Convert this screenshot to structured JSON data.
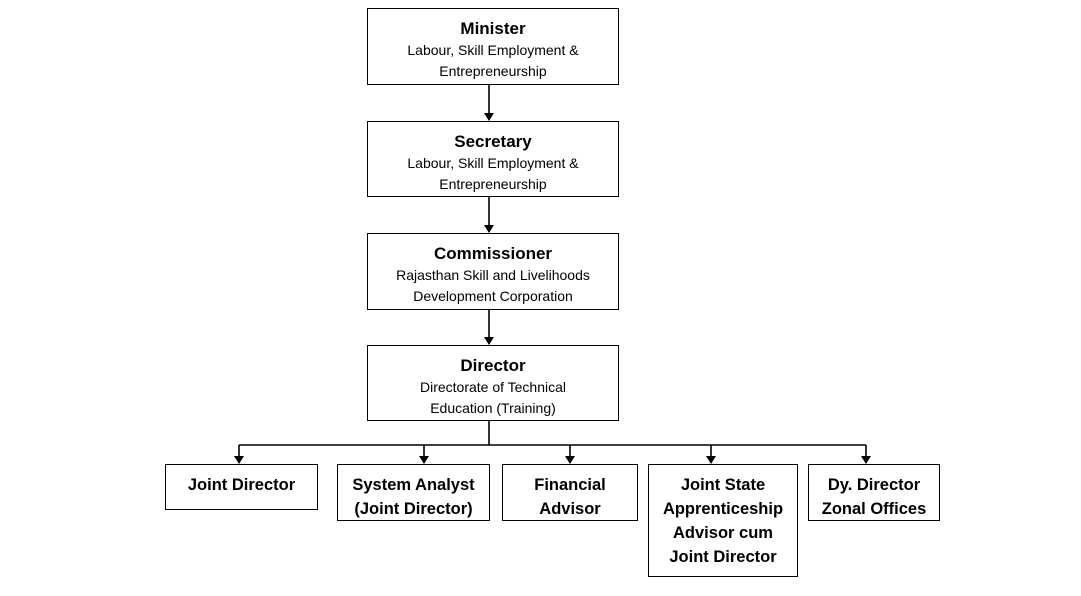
{
  "chain": [
    {
      "title": "Minister",
      "lines": [
        "Labour, Skill Employment &",
        "Entrepreneurship"
      ]
    },
    {
      "title": "Secretary",
      "lines": [
        "Labour, Skill Employment &",
        "Entrepreneurship"
      ]
    },
    {
      "title": "Commissioner",
      "lines": [
        "Rajasthan Skill and Livelihoods",
        "Development Corporation"
      ]
    },
    {
      "title": "Director",
      "lines": [
        "Directorate of Technical",
        "Education (Training)"
      ]
    }
  ],
  "subordinates": [
    {
      "lines": [
        "Joint Director"
      ]
    },
    {
      "lines": [
        "System Analyst",
        "(Joint Director)"
      ]
    },
    {
      "lines": [
        "Financial",
        "Advisor"
      ]
    },
    {
      "lines": [
        "Joint State",
        "Apprenticeship",
        "Advisor cum",
        "Joint Director"
      ]
    },
    {
      "lines": [
        "Dy. Director",
        "Zonal Offices"
      ]
    }
  ]
}
